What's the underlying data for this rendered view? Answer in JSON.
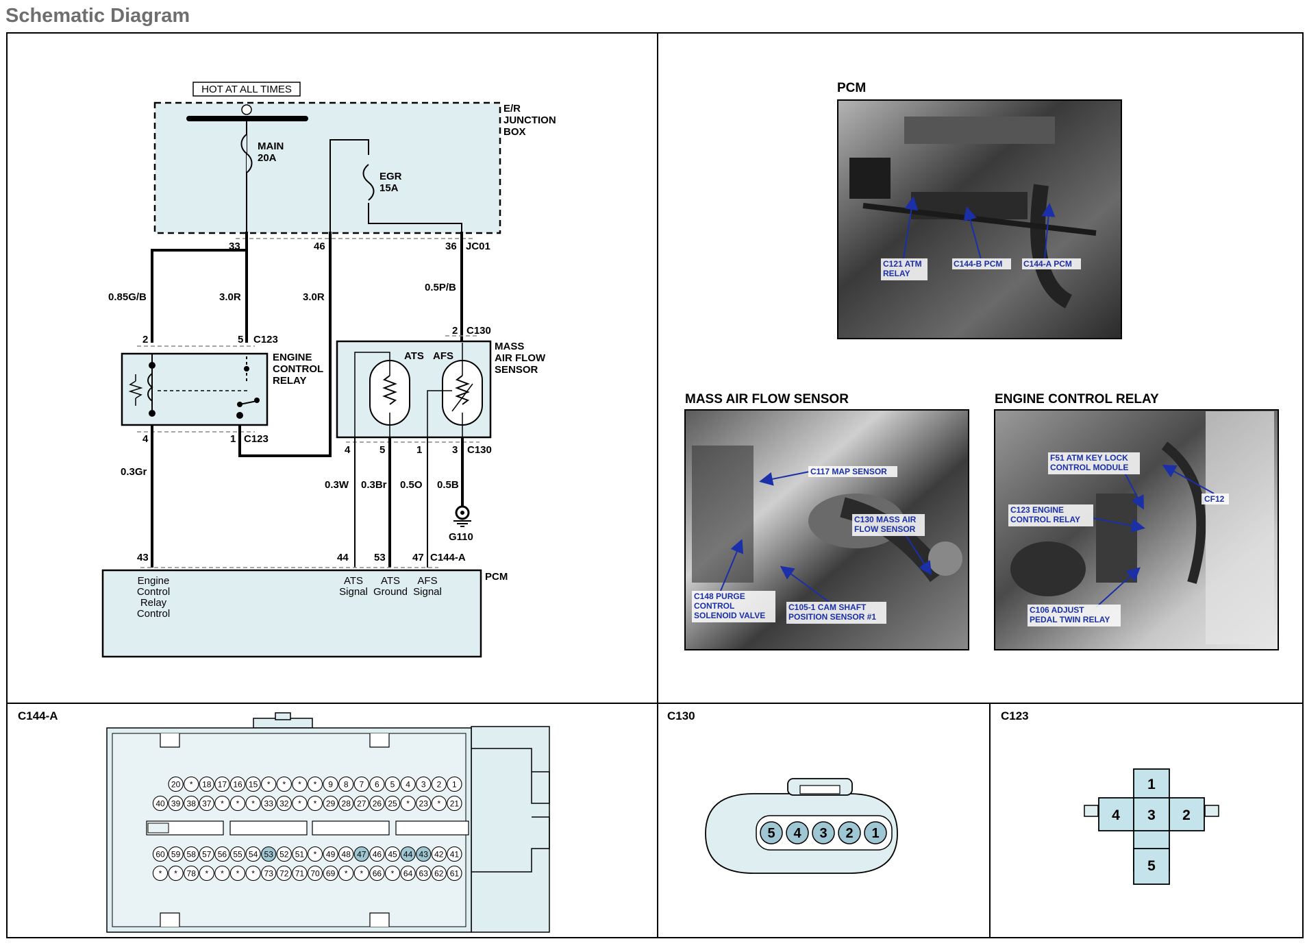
{
  "page_title": "Schematic Diagram",
  "schematic": {
    "hot_label": "HOT AT ALL TIMES",
    "junction_box": "E/R\nJUNCTION\nBOX",
    "main_fuse": "MAIN\n20A",
    "egr_fuse": "EGR\n15A",
    "jb_pins": [
      "33",
      "46",
      "36"
    ],
    "jc_connector": "JC01",
    "wires": {
      "w1": "0.85G/B",
      "w2": "3.0R",
      "w3": "3.0R",
      "w4": "0.5P/B",
      "w5": "0.3Gr",
      "w6": "0.3W",
      "w7": "0.3Br",
      "w8": "0.5O",
      "w9": "0.5B"
    },
    "ecr": {
      "label": "ENGINE\nCONTROL\nRELAY",
      "top_pins": [
        "2",
        "5"
      ],
      "top_conn": "C123",
      "bottom_pins": [
        "4",
        "1"
      ],
      "bottom_conn": "C123"
    },
    "maf": {
      "label": "MASS\nAIR FLOW\nSENSOR",
      "ats": "ATS",
      "afs": "AFS",
      "top_pin": "2",
      "top_conn": "C130",
      "bottom_pins": [
        "4",
        "5",
        "1",
        "3"
      ],
      "bottom_conn": "C130"
    },
    "ground": "G110",
    "pcm": {
      "label": "PCM",
      "pins": [
        "43",
        "44",
        "53",
        "47"
      ],
      "conn": "C144-A",
      "ecr_ctrl": "Engine\nControl\nRelay\nControl",
      "ats_signal": "ATS\nSignal",
      "ats_ground": "ATS\nGround",
      "afs_signal": "AFS\nSignal"
    }
  },
  "photos": {
    "pcm_title": "PCM",
    "pcm_callouts": [
      "C121 ATM\nRELAY",
      "C144-B PCM",
      "C144-A PCM"
    ],
    "maf_title": "MASS AIR FLOW SENSOR",
    "maf_callouts": [
      "C117 MAP SENSOR",
      "C130 MASS AIR\nFLOW SENSOR",
      "C148 PURGE\nCONTROL\nSOLENOID VALVE",
      "C105-1 CAM SHAFT\nPOSITION SENSOR #1"
    ],
    "ecr_title": "ENGINE CONTROL RELAY",
    "ecr_callouts": [
      "F51 ATM KEY LOCK\nCONTROL MODULE",
      "CF12",
      "C123 ENGINE\nCONTROL RELAY",
      "C106 ADJUST\nPEDAL TWIN RELAY"
    ]
  },
  "connectors": {
    "c144a": {
      "title": "C144-A",
      "row1": [
        "20",
        "*",
        "18",
        "17",
        "16",
        "15",
        "*",
        "*",
        "*",
        "*",
        "9",
        "8",
        "7",
        "6",
        "5",
        "4",
        "3",
        "2",
        "1"
      ],
      "row2": [
        "40",
        "39",
        "38",
        "37",
        "*",
        "*",
        "*",
        "33",
        "32",
        "*",
        "*",
        "29",
        "28",
        "27",
        "26",
        "25",
        "*",
        "23",
        "*",
        "21"
      ],
      "row3": [
        "60",
        "59",
        "58",
        "57",
        "56",
        "55",
        "54",
        "53",
        "52",
        "51",
        "*",
        "49",
        "48",
        "47",
        "46",
        "45",
        "44",
        "43",
        "42",
        "41"
      ],
      "row4": [
        "*",
        "*",
        "78",
        "*",
        "*",
        "*",
        "*",
        "73",
        "72",
        "71",
        "70",
        "69",
        "*",
        "*",
        "66",
        "*",
        "64",
        "63",
        "62",
        "61"
      ],
      "highlight": [
        "53",
        "47",
        "44",
        "43"
      ]
    },
    "c130": {
      "title": "C130",
      "pins": [
        "5",
        "4",
        "3",
        "2",
        "1"
      ]
    },
    "c123": {
      "title": "C123",
      "pins": [
        "1",
        "4",
        "3",
        "2",
        "5"
      ]
    }
  }
}
